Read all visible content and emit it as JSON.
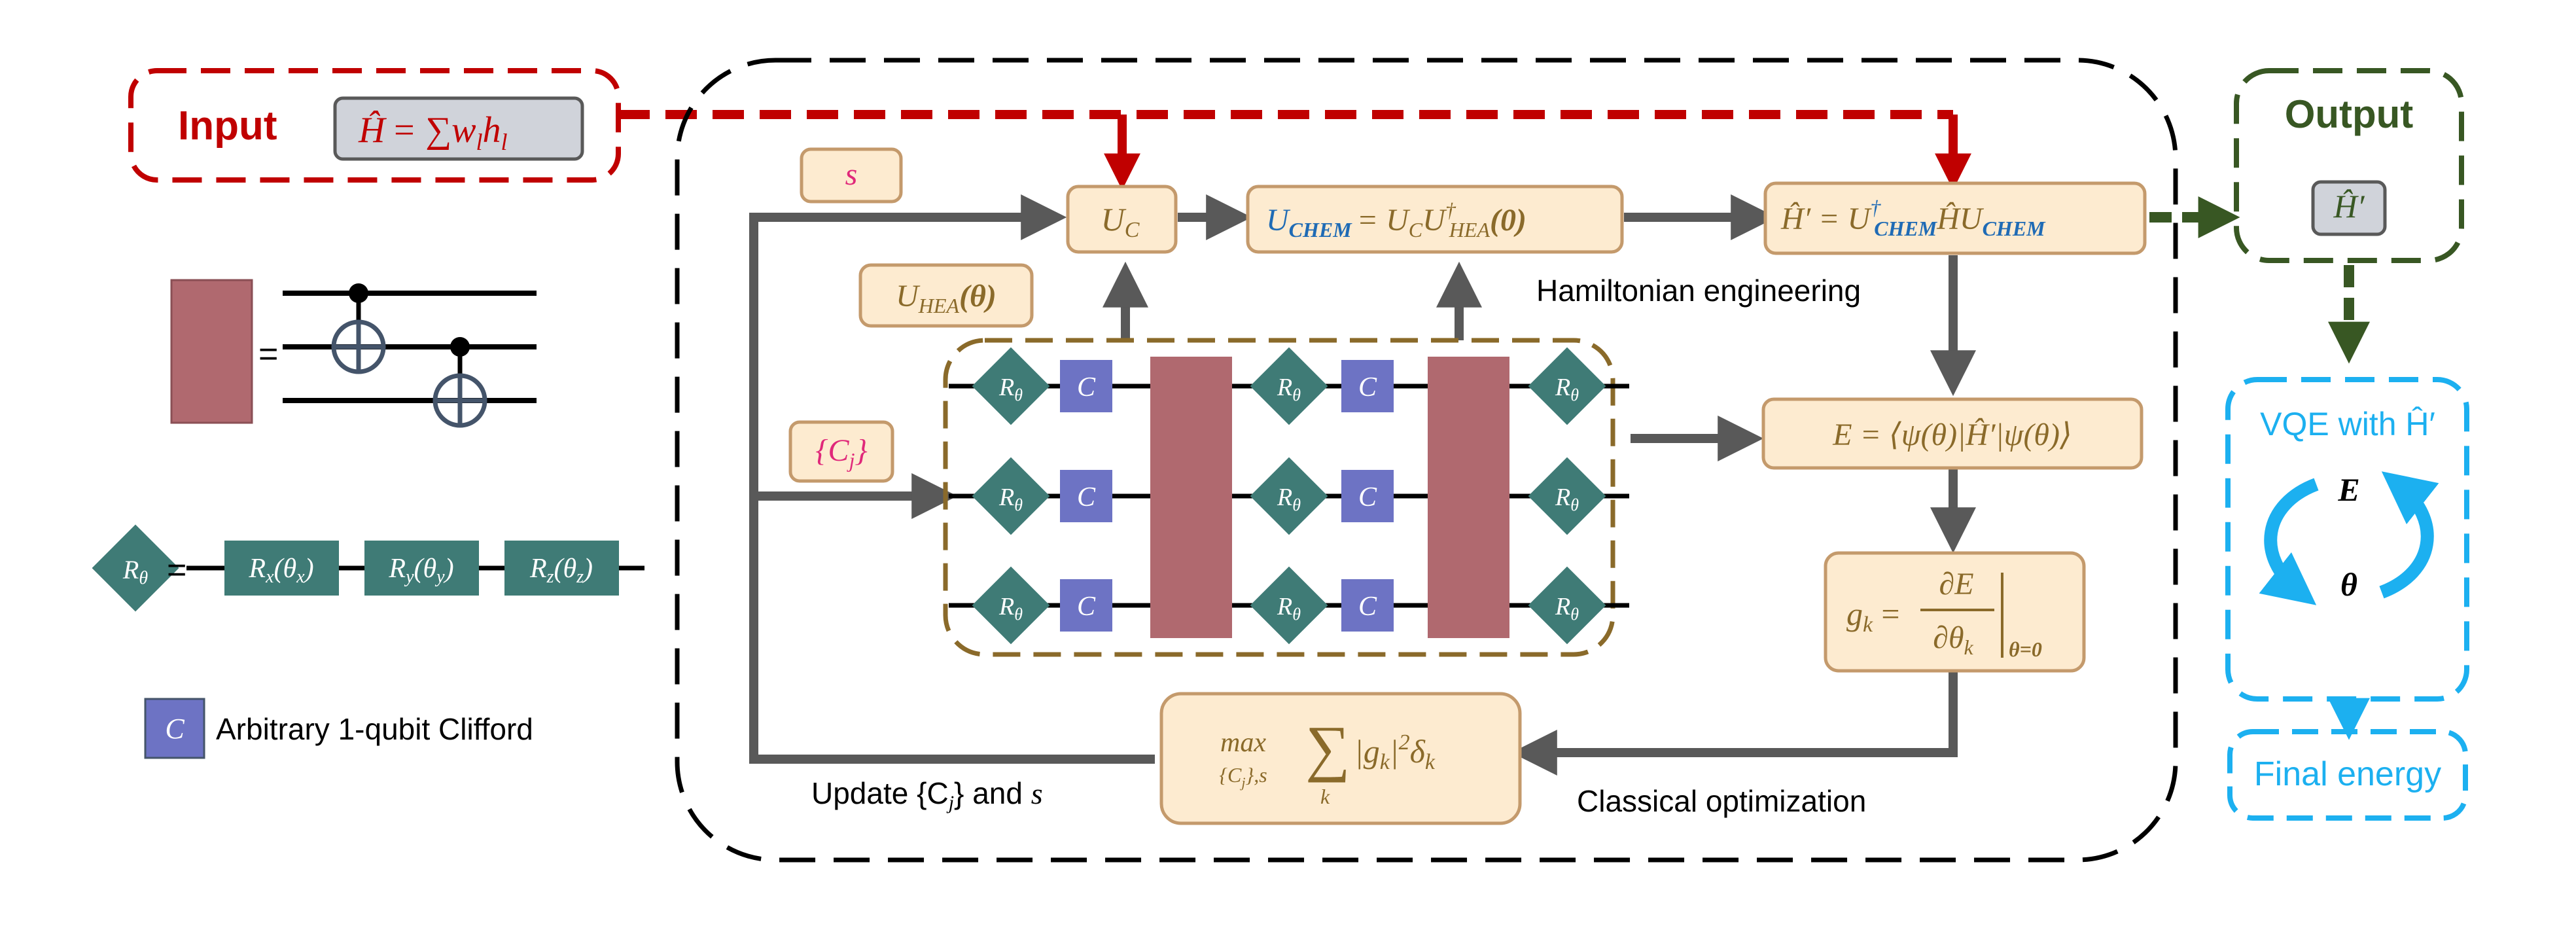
{
  "colors": {
    "input_red": "#c00000",
    "output_green": "#385723",
    "vqe_blue": "#1cb0f0",
    "box_fill": "#fdebd0",
    "box_border": "#c49a6c",
    "text_brown": "#8a6a2a",
    "text_blue": "#1f6bb5",
    "text_pink": "#e0287a",
    "gate_teal": "#3f7b76",
    "gate_blue": "#6d73c4",
    "cnot_block": "#b0696f",
    "arrow_grey": "#595959",
    "hamiltonian_box": "#d0d3da"
  },
  "input": {
    "label": "Input",
    "hamiltonian_H": "Ĥ",
    "hamiltonian_rest": "= ∑w",
    "hamiltonian_w_sub": "l",
    "hamiltonian_h": "h",
    "hamiltonian_h_sub": "l"
  },
  "output": {
    "label": "Output",
    "hamiltonian": "Ĥ′"
  },
  "vqe": {
    "title": "VQE with Ĥ′",
    "energy": "E",
    "theta": "θ"
  },
  "final": {
    "label": "Final energy"
  },
  "legend": {
    "rtheta_symbol": "R",
    "rtheta_sub": "θ",
    "equals": "=",
    "rx": "R",
    "rx_sub": "x",
    "rx_arg": "(θ",
    "rx_arg_sub": "x",
    "rx_close": ")",
    "ry": "R",
    "ry_sub": "y",
    "ry_arg": "(θ",
    "ry_arg_sub": "y",
    "ry_close": ")",
    "rz": "R",
    "rz_sub": "z",
    "rz_arg": "(θ",
    "rz_arg_sub": "z",
    "rz_close": ")",
    "clifford_symbol": "C",
    "clifford_desc": "Arbitrary 1-qubit Clifford"
  },
  "main": {
    "s_label": "s",
    "cj_label": "{C",
    "cj_sub": "j",
    "cj_close": "}",
    "uc": "U",
    "uc_sub": "C",
    "uhea": "U",
    "uhea_sub": "HEA",
    "uhea_arg": "(θ)",
    "uchem_lhs": "U",
    "uchem_lhs_sub": "CHEM",
    "uchem_rhs": "= U",
    "uchem_rhs_sub": "C",
    "uchem_rhs2": "U",
    "uchem_rhs2_sup": "†",
    "uchem_rhs2_sub": "HEA",
    "uchem_rhs2_arg": "(0)",
    "hprime_lhs": "Ĥ′ = U",
    "hprime_sup": "†",
    "hprime_sub": "CHEM",
    "hprime_mid": "ĤU",
    "hprime_sub2": "CHEM",
    "hamiltonian_engineering": "Hamiltonian engineering",
    "energy_expr": "E = ⟨ψ(θ)|Ĥ′|ψ(θ)⟩",
    "gk_lhs": "g",
    "gk_lhs_sub": "k",
    "gk_eq": "=",
    "gk_num": "∂E",
    "gk_den": "∂θ",
    "gk_den_sub": "k",
    "gk_eval": "θ=0",
    "max_label": "max",
    "max_sub": "{C",
    "max_sub_j": "j",
    "max_sub_rest": "},s",
    "sum_symbol": "∑",
    "sum_sub": "k",
    "max_body": "|g",
    "max_body_sub": "k",
    "max_body_rest": "|",
    "max_body_sup": "2",
    "max_body_delta": "δ",
    "max_body_delta_sub": "k",
    "update_text": "Update {C",
    "update_sub": "j",
    "update_rest": "} and ",
    "update_s": "s",
    "classical_opt": "Classical optimization",
    "gate_r": "R",
    "gate_r_sub": "θ",
    "gate_c": "C"
  }
}
